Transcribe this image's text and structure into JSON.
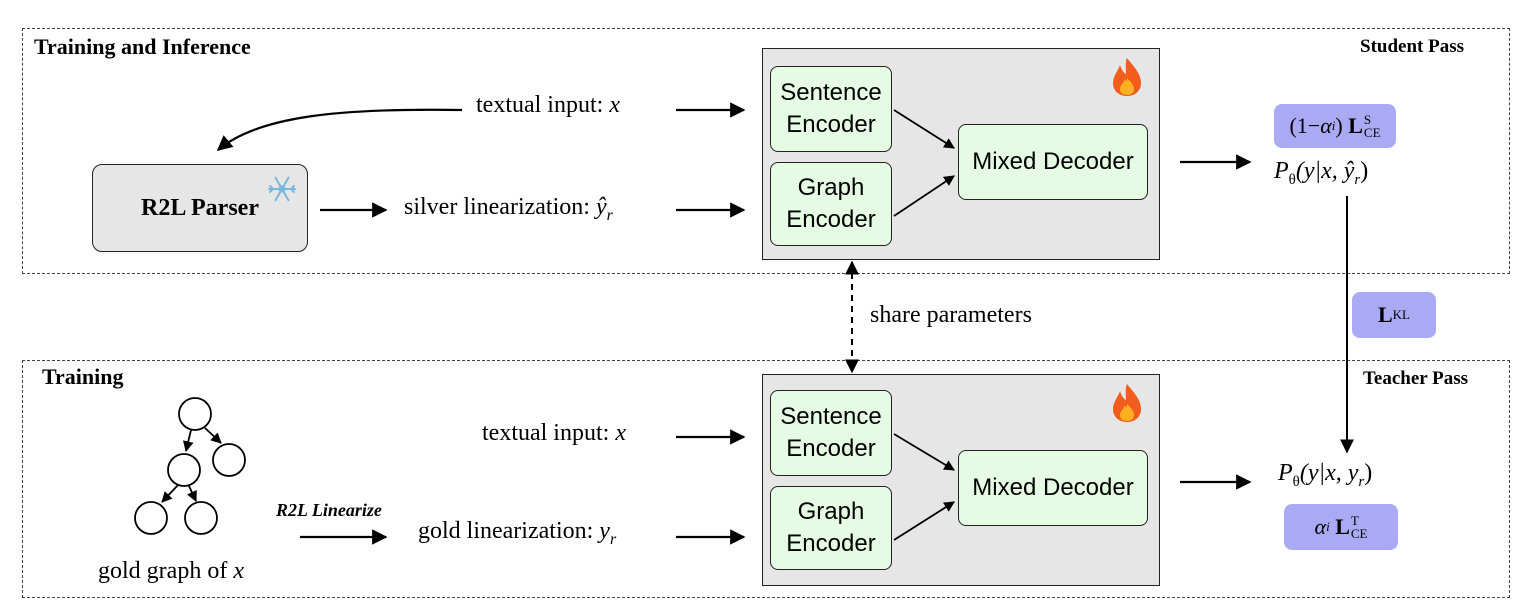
{
  "top_section": {
    "title": "Training and Inference",
    "pass_label": "Student Pass",
    "parser_label": "R2L Parser",
    "textual_input_label": "textual input:",
    "textual_input_var": "x",
    "silver_label": "silver linearization:",
    "silver_var": "ŷ",
    "silver_sub": "r",
    "sentence_encoder": [
      "Sentence",
      "Encoder"
    ],
    "graph_encoder": [
      "Graph",
      "Encoder"
    ],
    "mixed_decoder": "Mixed Decoder",
    "loss_prefix": "(1−",
    "loss_alpha": "α",
    "loss_alpha_sub": "i",
    "loss_close": ")",
    "loss_L": "L",
    "loss_sup": "S",
    "loss_sub": "CE",
    "prob_text": "P",
    "prob_sub": "θ",
    "prob_args": "(y|x, ŷ",
    "prob_args_sub": "r",
    "prob_close": ")"
  },
  "middle": {
    "share_label": "share parameters",
    "kl_L": "L",
    "kl_sub": "KL"
  },
  "bottom_section": {
    "title": "Training",
    "pass_label": "Teacher Pass",
    "textual_input_label": "textual input:",
    "textual_input_var": "x",
    "linearize_label": "R2L Linearize",
    "gold_label": "gold linearization:",
    "gold_var": "y",
    "gold_sub": "r",
    "graph_caption": "gold graph of",
    "graph_caption_var": "x",
    "sentence_encoder": [
      "Sentence",
      "Encoder"
    ],
    "graph_encoder": [
      "Graph",
      "Encoder"
    ],
    "mixed_decoder": "Mixed Decoder",
    "prob_text": "P",
    "prob_sub": "θ",
    "prob_args": "(y|x, y",
    "prob_args_sub": "r",
    "prob_close": ")",
    "loss_alpha": "α",
    "loss_alpha_sub": "i",
    "loss_L": "L",
    "loss_sup": "T",
    "loss_sub": "CE"
  },
  "icons": {
    "fire": "fire-icon",
    "snowflake": "snowflake-icon"
  },
  "colors": {
    "encoder_fill": "#e5fbe4",
    "model_fill": "#e6e6e6",
    "loss_fill": "#aaaaf4"
  }
}
